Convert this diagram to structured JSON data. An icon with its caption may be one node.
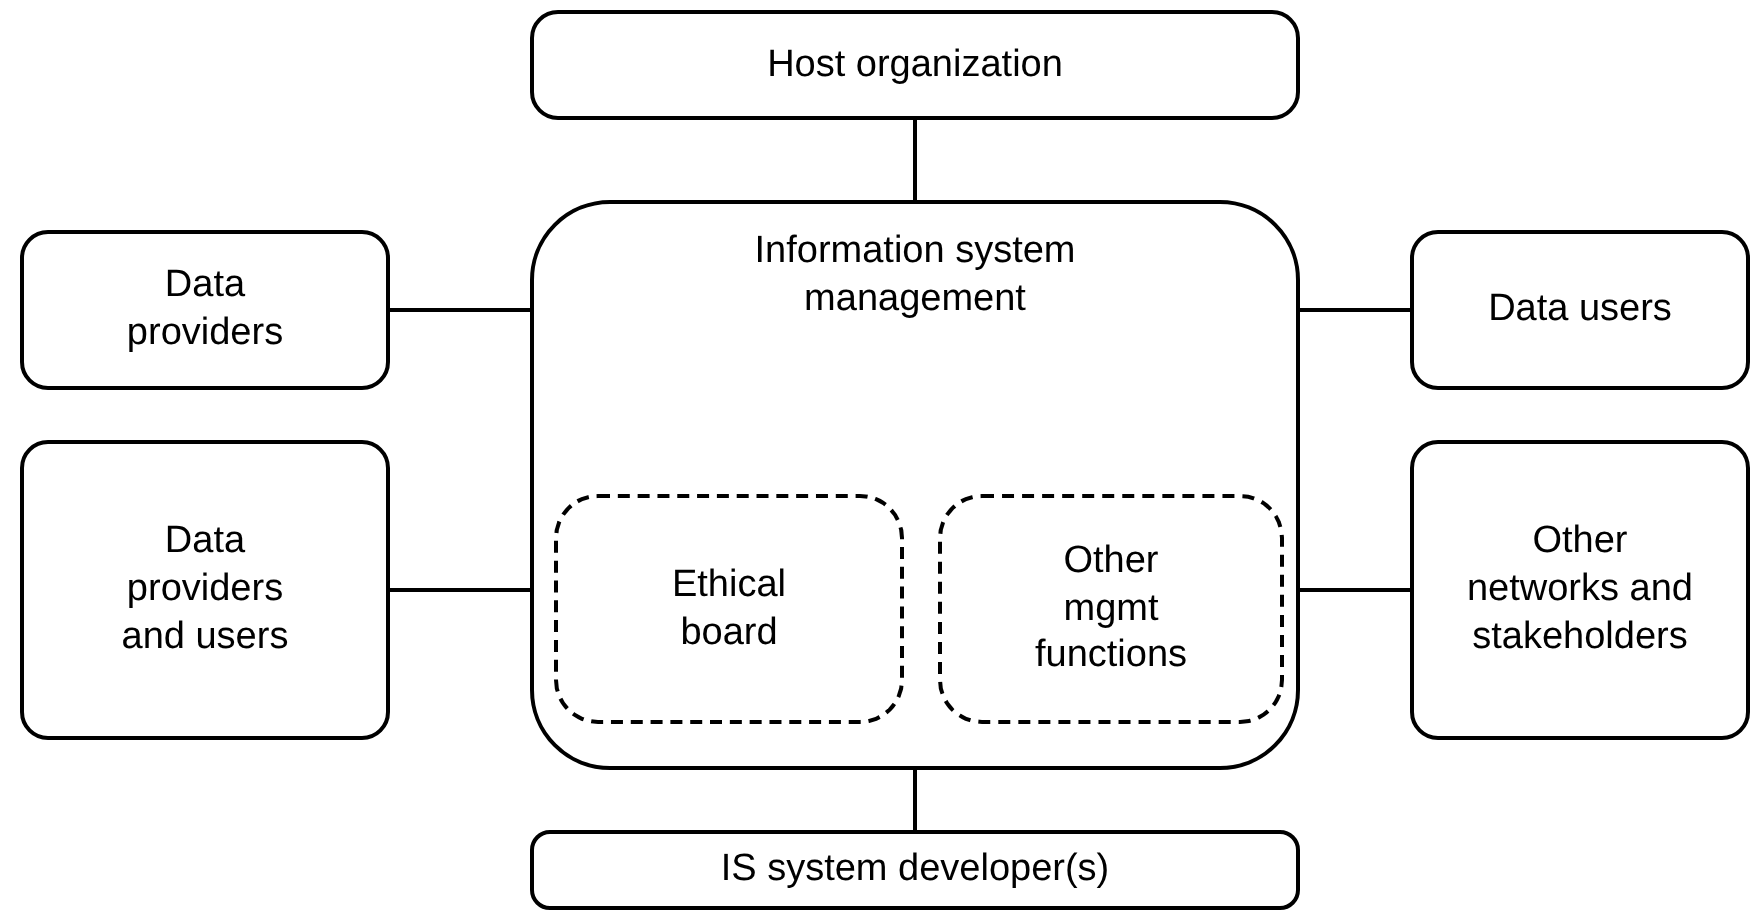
{
  "diagram": {
    "nodes": [
      {
        "text": [
          "Host organization"
        ]
      },
      {
        "text": [
          "Data providers"
        ]
      },
      {
        "text": [
          "Information system management"
        ]
      },
      {
        "text": [
          "Ethical board"
        ],
        "in": 2
      },
      {
        "text": [
          "Other mgmt functions"
        ],
        "in": 2
      },
      {
        "text": [
          "Data users"
        ]
      },
      {
        "text": [
          "Data providers and users"
        ]
      },
      {
        "text": [
          "Other networks and stakeholders"
        ]
      },
      {
        "text": [
          "IS system developer(s)"
        ]
      }
    ],
    "edges": [
      {
        "from": 0,
        "to": 2,
        "arrow": "none"
      },
      {
        "from": 1,
        "to": 2,
        "arrow": "none"
      },
      {
        "from": 5,
        "to": 2,
        "arrow": "none"
      },
      {
        "from": 6,
        "to": 2,
        "arrow": "none"
      },
      {
        "from": 7,
        "to": 2,
        "arrow": "none"
      },
      {
        "from": 2,
        "to": 8,
        "arrow": "none"
      }
    ]
  }
}
